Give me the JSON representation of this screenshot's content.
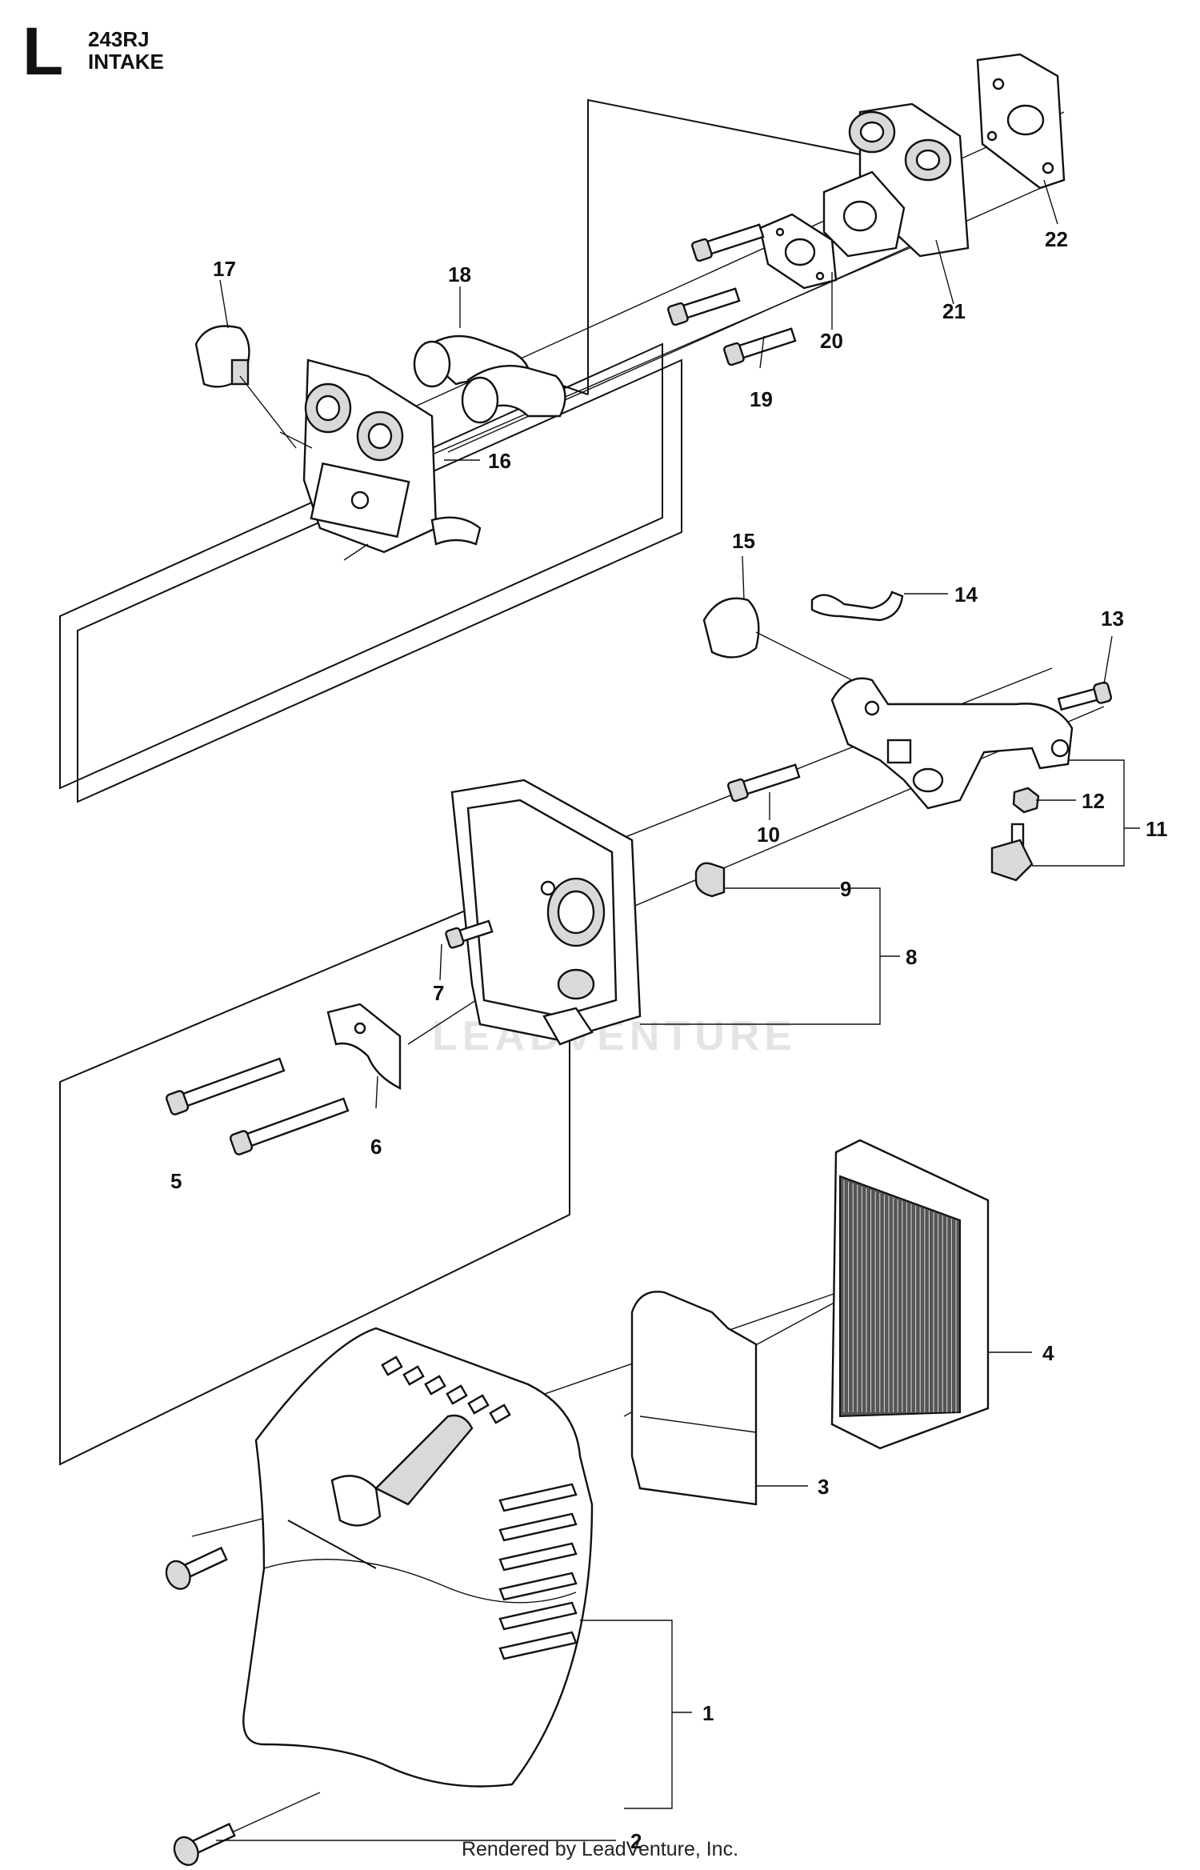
{
  "header": {
    "section_letter": "L",
    "model": "243RJ",
    "section_title": "INTAKE"
  },
  "watermark": "LEADVENTURE",
  "footer": "Rendered by LeadVenture, Inc.",
  "callouts": {
    "c1": "1",
    "c2": "2",
    "c3": "3",
    "c4": "4",
    "c5": "5",
    "c6": "6",
    "c7": "7",
    "c8": "8",
    "c9": "9",
    "c10": "10",
    "c11": "11",
    "c12": "12",
    "c13": "13",
    "c14": "14",
    "c15": "15",
    "c16": "16",
    "c17": "17",
    "c18": "18",
    "c19": "19",
    "c20": "20",
    "c21": "21",
    "c22": "22"
  }
}
